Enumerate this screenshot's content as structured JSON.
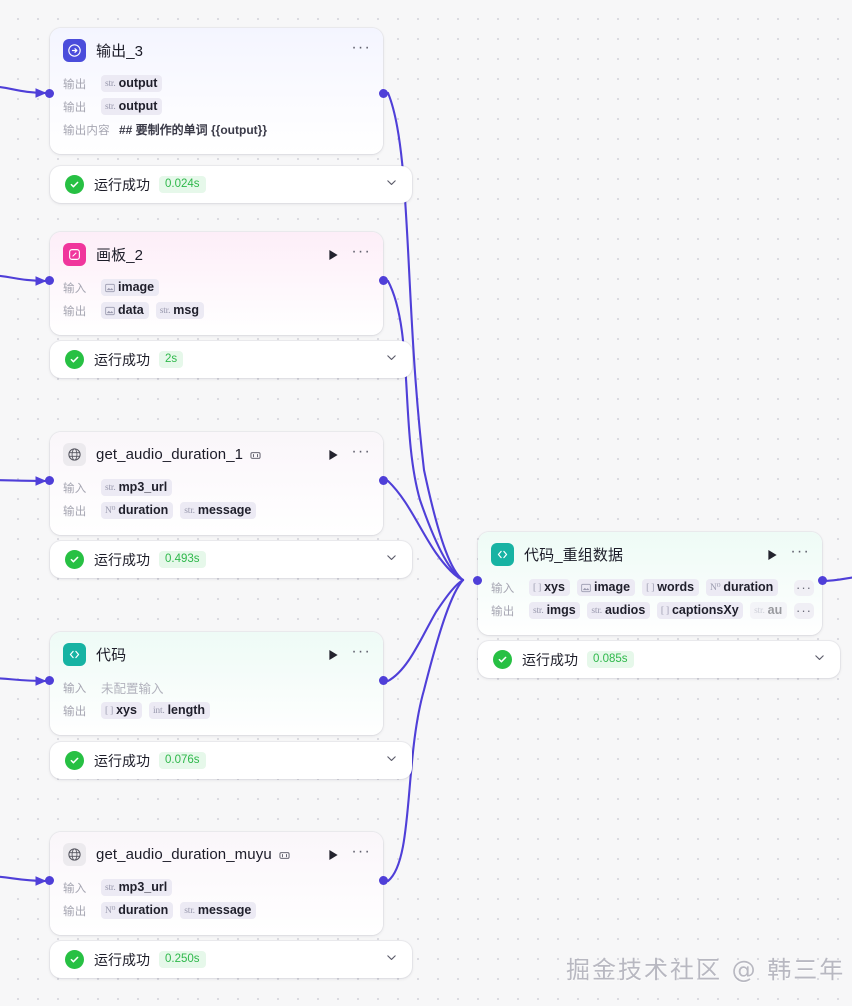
{
  "canvas": {
    "background": "#f7f7f8",
    "dot_color": "#d6d6dd",
    "edge_color": "#4f3fd8",
    "port_color": "#4f3fd8"
  },
  "watermark": {
    "text": "掘金技术社区 @ 韩三年"
  },
  "labels": {
    "input": "输入",
    "output": "输出",
    "output_content": "输出内容",
    "more": "···",
    "run": "▶"
  },
  "nodes": [
    {
      "id": "output3",
      "title": "输出_3",
      "icon": "output-arrow-icon",
      "icon_color": "#4b4ddb",
      "accent": "grad-blue",
      "has_play": false,
      "has_plugin_badge": false,
      "rows": [
        {
          "label": "输出",
          "chips": [
            {
              "type": "str.",
              "name": "output"
            }
          ]
        },
        {
          "label": "输出",
          "chips": [
            {
              "type": "str.",
              "name": "output"
            }
          ]
        },
        {
          "label": "输出内容",
          "text": "## 要制作的单词 {{output}}",
          "text_style": "tpl"
        }
      ],
      "status": {
        "text": "运行成功",
        "duration": "0.024s",
        "state": "success"
      }
    },
    {
      "id": "canvas2",
      "title": "画板_2",
      "icon": "palette-pen-icon",
      "icon_color": "#f0369c",
      "accent": "grad-pink",
      "has_play": true,
      "has_plugin_badge": false,
      "rows": [
        {
          "label": "输入",
          "chips": [
            {
              "type": "img",
              "name": "image"
            }
          ]
        },
        {
          "label": "输出",
          "chips": [
            {
              "type": "img",
              "name": "data"
            },
            {
              "type": "str.",
              "name": "msg"
            }
          ]
        }
      ],
      "status": {
        "text": "运行成功",
        "duration": "2s",
        "state": "success"
      }
    },
    {
      "id": "getaudio1",
      "title": "get_audio_duration_1",
      "icon": "plugin-globe-icon",
      "icon_color": "#8f8fa3",
      "accent": "grad-gray",
      "has_play": true,
      "has_plugin_badge": true,
      "rows": [
        {
          "label": "输入",
          "chips": [
            {
              "type": "str.",
              "name": "mp3_url"
            }
          ]
        },
        {
          "label": "输出",
          "chips": [
            {
              "type": "N⁰",
              "name": "duration"
            },
            {
              "type": "str.",
              "name": "message"
            }
          ]
        }
      ],
      "status": {
        "text": "运行成功",
        "duration": "0.493s",
        "state": "success"
      }
    },
    {
      "id": "code1",
      "title": "代码",
      "icon": "code-brackets-icon",
      "icon_color": "#17b3a3",
      "accent": "grad-teal",
      "has_play": true,
      "has_plugin_badge": false,
      "rows": [
        {
          "label": "输入",
          "text": "未配置输入",
          "text_style": "plain"
        },
        {
          "label": "输出",
          "chips": [
            {
              "type": "[ ]",
              "name": "xys"
            },
            {
              "type": "int.",
              "name": "length"
            }
          ]
        }
      ],
      "status": {
        "text": "运行成功",
        "duration": "0.076s",
        "state": "success"
      }
    },
    {
      "id": "getaudiomuyu",
      "title": "get_audio_duration_muyu",
      "icon": "plugin-globe-icon",
      "icon_color": "#8f8fa3",
      "accent": "grad-gray",
      "has_play": true,
      "has_plugin_badge": true,
      "rows": [
        {
          "label": "输入",
          "chips": [
            {
              "type": "str.",
              "name": "mp3_url"
            }
          ]
        },
        {
          "label": "输出",
          "chips": [
            {
              "type": "N⁰",
              "name": "duration"
            },
            {
              "type": "str.",
              "name": "message"
            }
          ]
        }
      ],
      "status": {
        "text": "运行成功",
        "duration": "0.250s",
        "state": "success"
      }
    },
    {
      "id": "coderegroup",
      "title": "代码_重组数据",
      "icon": "code-brackets-icon",
      "icon_color": "#17b3a3",
      "accent": "grad-teal",
      "has_play": true,
      "has_plugin_badge": false,
      "rows": [
        {
          "label": "输入",
          "overflow": true,
          "chips": [
            {
              "type": "[ ]",
              "name": "xys"
            },
            {
              "type": "img",
              "name": "image"
            },
            {
              "type": "[ ]",
              "name": "words"
            },
            {
              "type": "N⁰",
              "name": "duration"
            }
          ]
        },
        {
          "label": "输出",
          "overflow": true,
          "chips": [
            {
              "type": "str.",
              "name": "imgs"
            },
            {
              "type": "str.",
              "name": "audios"
            },
            {
              "type": "[ ]",
              "name": "captionsXy"
            },
            {
              "type": "str.",
              "name": "au",
              "faded": true
            }
          ]
        }
      ],
      "status": {
        "text": "运行成功",
        "duration": "0.085s",
        "state": "success"
      }
    }
  ]
}
